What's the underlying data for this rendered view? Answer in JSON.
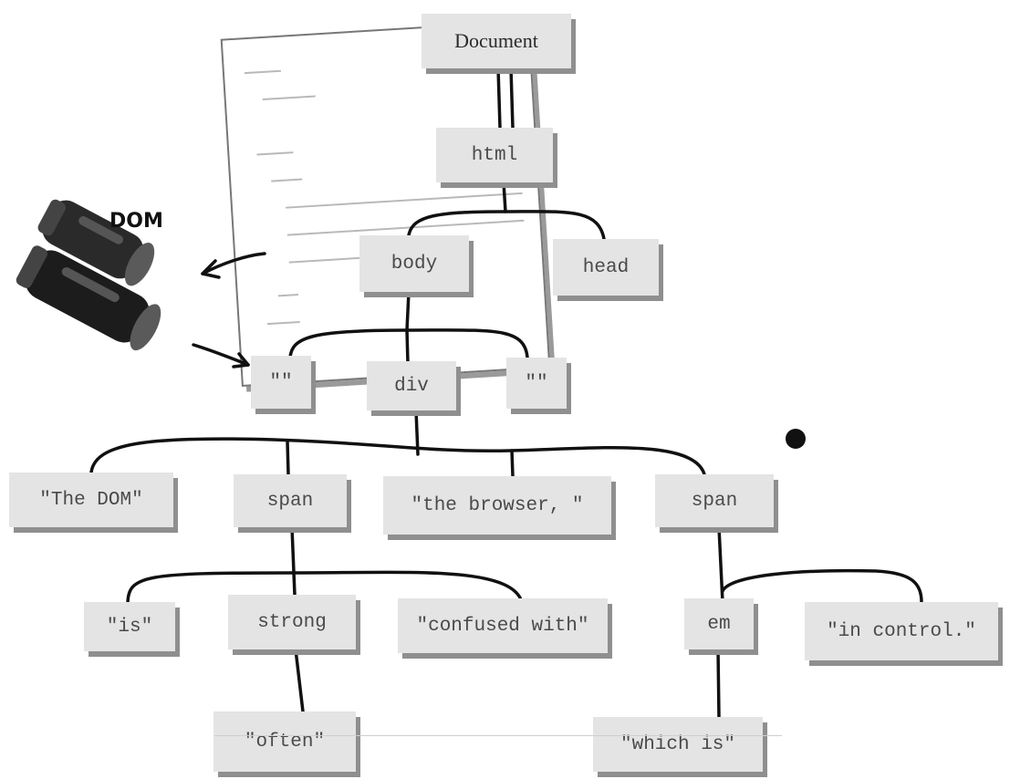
{
  "diagram": {
    "dom_label": "DOM",
    "nodes": {
      "document": "Document",
      "html": "html",
      "body": "body",
      "head": "head",
      "empty_left": "\"\"",
      "div": "div",
      "empty_right": "\"\"",
      "the_dom": "\"The DOM\"",
      "span1": "span",
      "the_browser": "\"the browser, \"",
      "span2": "span",
      "is": "\"is\"",
      "strong": "strong",
      "confused_with": "\"confused with\"",
      "em": "em",
      "in_control": "\"in control.\"",
      "often": "\"often\"",
      "which_is": "\"which is\""
    }
  }
}
